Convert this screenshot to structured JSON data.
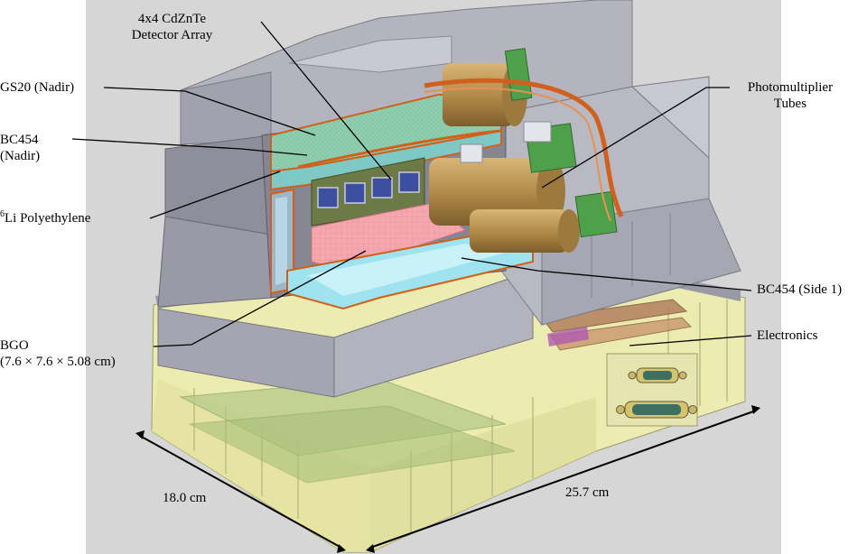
{
  "labels": {
    "detector_array_line1": "4x4 CdZnTe",
    "detector_array_line2": "Detector Array",
    "gs20": "GS20 (Nadir)",
    "bc454_nadir_line1": "BC454",
    "bc454_nadir_line2": "(Nadir)",
    "li_superscript": "6",
    "li_polyethylene": "Li Polyethylene",
    "pmt_line1": "Photomultiplier",
    "pmt_line2": "Tubes",
    "bc454_side": "BC454 (Side 1)",
    "electronics": "Electronics",
    "bgo_line1": "BGO",
    "bgo_line2": "(7.6 × 7.6 × 5.08 cm)",
    "width_dim": "18.0 cm",
    "length_dim": "25.7 cm"
  },
  "colors": {
    "background": "#d6d6d6",
    "housing_gray": "#a9a9b4",
    "housing_light": "#c2c2cc",
    "housing_dark": "#8d8d97",
    "base_yellow": "#ecebb0",
    "gs20_green": "#8fcfb0",
    "bgo_pink": "#f4a7ae",
    "bc454_blue": "#9fe3f0",
    "pmt_gold": "#b38c4a",
    "board_green": "#4fa04a",
    "orange_wall": "#d0601c",
    "cdznte_blue": "#3c4fa0",
    "electronics_brown": "#b48060"
  }
}
